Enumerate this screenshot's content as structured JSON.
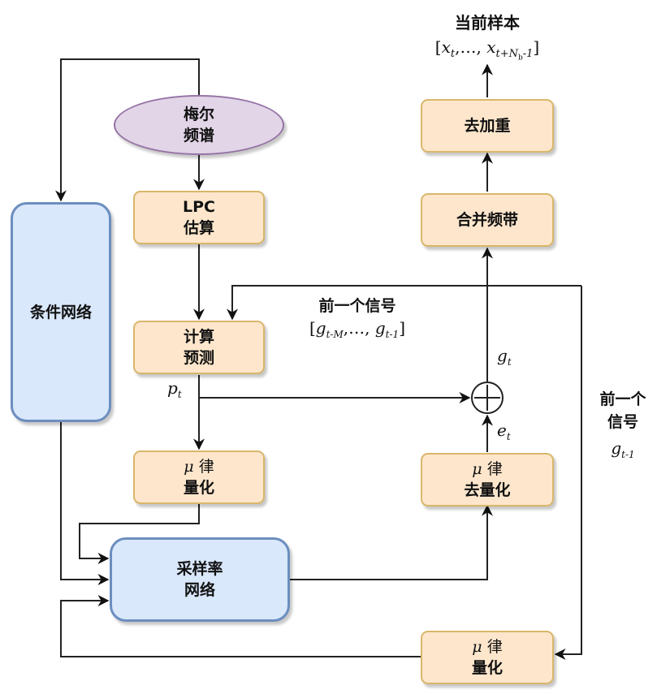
{
  "title": "当前样本",
  "title_formula": "[xt,…, xt+Nb-1]",
  "nodes": {
    "mel_spectrum": {
      "line1": "梅尔",
      "line2": "频谱"
    },
    "lpc_estimate": {
      "line1": "LPC",
      "line2": "估算"
    },
    "compute_prediction": {
      "line1": "计算",
      "line2": "预测"
    },
    "mu_law_quantize_left": {
      "symbol": "μ",
      "line1": "律",
      "line2": "量化"
    },
    "condition_network": {
      "label": "条件网络"
    },
    "sample_rate_network": {
      "line1": "采样率",
      "line2": "网络"
    },
    "mu_law_dequantize": {
      "symbol": "μ",
      "line1": "律",
      "line2": "去量化"
    },
    "merge_bands": {
      "label": "合并频带"
    },
    "de_emphasis": {
      "label": "去加重"
    },
    "mu_law_quantize_bottom": {
      "symbol": "μ",
      "line1": "律",
      "line2": "量化"
    },
    "adder": {
      "symbol": "+"
    }
  },
  "labels": {
    "previous_signal_top": {
      "title": "前一个信号",
      "formula_open": "[",
      "g1": "g",
      "s1": "t-M",
      "mid": ",…, ",
      "g2": "g",
      "s2": "t-1",
      "formula_close": "]"
    },
    "previous_signal_right": {
      "line1": "前一个",
      "line2": "信号",
      "g": "g",
      "sub": "t-1"
    },
    "p_t": {
      "base": "p",
      "sub": "t"
    },
    "g_t": {
      "base": "g",
      "sub": "t"
    },
    "e_t": {
      "base": "e",
      "sub": "t"
    },
    "current_sample": {
      "x1": "x",
      "s1": "t",
      "mid": ",…, ",
      "x2": "x",
      "s2": "t+N",
      "s2b": "b",
      "s2c": "-1"
    }
  },
  "colors": {
    "orange_fill": "#fde6cc",
    "orange_border": "#d9b66a",
    "blue_fill": "#dae8fc",
    "blue_border": "#6c8ebf",
    "purple_fill": "#e1d5e7",
    "purple_border": "#9673a6",
    "edge": "#222222"
  }
}
